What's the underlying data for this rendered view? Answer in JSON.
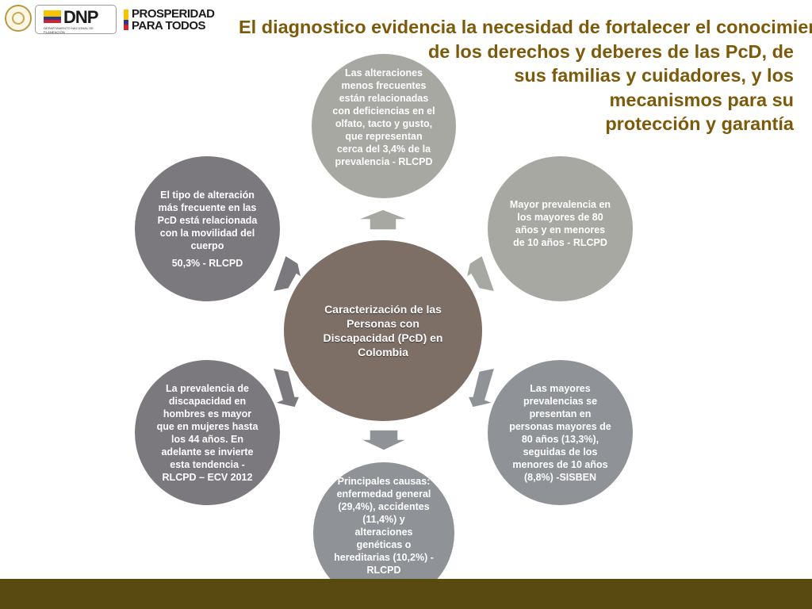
{
  "logos": {
    "dnp_text": "DNP",
    "dnp_subtitle": "DEPARTAMENTO NACIONAL DE PLANEACIÓN",
    "prosperidad_line1": "PROSPERIDAD",
    "prosperidad_line2": "PARA TODOS"
  },
  "title": {
    "line1": "El diagnostico evidencia la necesidad de fortalecer el conocimiento",
    "line2": "de los derechos y deberes de las PcD, de",
    "line3": "sus familias y cuidadores, y los",
    "line4": "mecanismos para su",
    "line5": "protección y garantía"
  },
  "diagram": {
    "center": "Caracterización de las Personas con Discapacidad  (PcD) en Colombia",
    "top": "Las alteraciones menos frecuentes están relacionadas con deficiencias en el olfato, tacto y gusto, que representan cerca del 3,4% de la prevalencia - RLCPD",
    "right": "Mayor prevalencia en los mayores de 80 años y en menores de 10 años - RLCPD",
    "right_bottom": "Las mayores prevalencias se presentan en personas mayores de 80 años (13,3%), seguidas de los menores de 10 años (8,8%) -SISBEN",
    "bottom": "Principales causas: enfermedad general (29,4%), accidentes (11,4%) y alteraciones genéticas o hereditarias (10,2%) - RLCPD",
    "left_bottom": "La prevalencia de discapacidad en hombres es mayor que en mujeres hasta los 44 años. En adelante se invierte esta tendencia  - RLCPD – ECV 2012",
    "left_main": "El tipo de alteración más frecuente en las PcD está relacionada con la movilidad del cuerpo",
    "left_pct": "50,3% - RLCPD"
  },
  "colors": {
    "title": "#7d5a0a",
    "center": "#7d6e66",
    "light_grey": "#a6a8a1",
    "mid_grey": "#8f9296",
    "dark_grey": "#7b787e",
    "footer": "#594a10"
  }
}
